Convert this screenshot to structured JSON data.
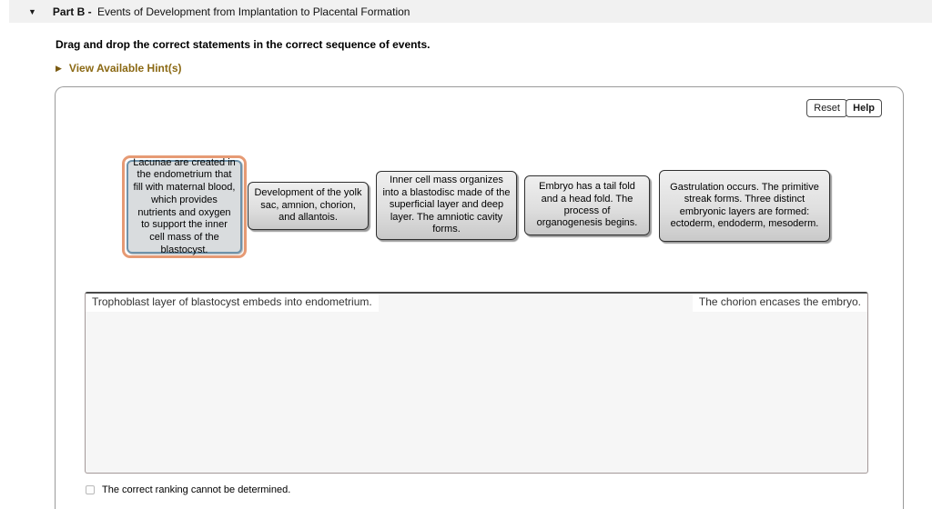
{
  "icons": {
    "collapse": "▼",
    "hint_expand": "▶"
  },
  "header": {
    "part_label": "Part B -",
    "title": "Events of Development from Implantation to Placental Formation"
  },
  "instruction": "Drag and drop the correct statements in the correct sequence of events.",
  "hints": {
    "label": "View Available Hint(s)"
  },
  "toolbar": {
    "reset_label": "Reset",
    "help_label": "Help"
  },
  "cards": [
    {
      "text": "Lacunae are created in the endometrium that fill with maternal blood, which provides nutrients and oxygen to support the inner cell mass of the blastocyst.",
      "selected": true
    },
    {
      "text": "Development of the yolk sac, amnion, chorion, and allantois.",
      "selected": false
    },
    {
      "text": "Inner cell mass organizes into a blastodisc made of the superficial layer and deep layer. The amniotic cavity forms.",
      "selected": false
    },
    {
      "text": "Embryo has a tail fold and a head fold. The process of organogenesis begins.",
      "selected": false
    },
    {
      "text": "Gastrulation occurs. The primitive streak forms. Three distinct embryonic layers are formed: ectoderm, endoderm, mesoderm.",
      "selected": false
    }
  ],
  "sequence_area": {
    "first_label": "Trophoblast layer of blastocyst embeds into endometrium.",
    "last_label": "The chorion encases the embryo."
  },
  "footer": {
    "checkbox_label": "The correct ranking cannot be determined.",
    "checked": false
  },
  "colors": {
    "selected_ring": "#e69a74",
    "selected_inner_border": "#6e92aa",
    "hint_link": "#8b6914",
    "header_bar_bg": "#f1f1f1",
    "dropzone_bg": "#f6f6f6"
  }
}
